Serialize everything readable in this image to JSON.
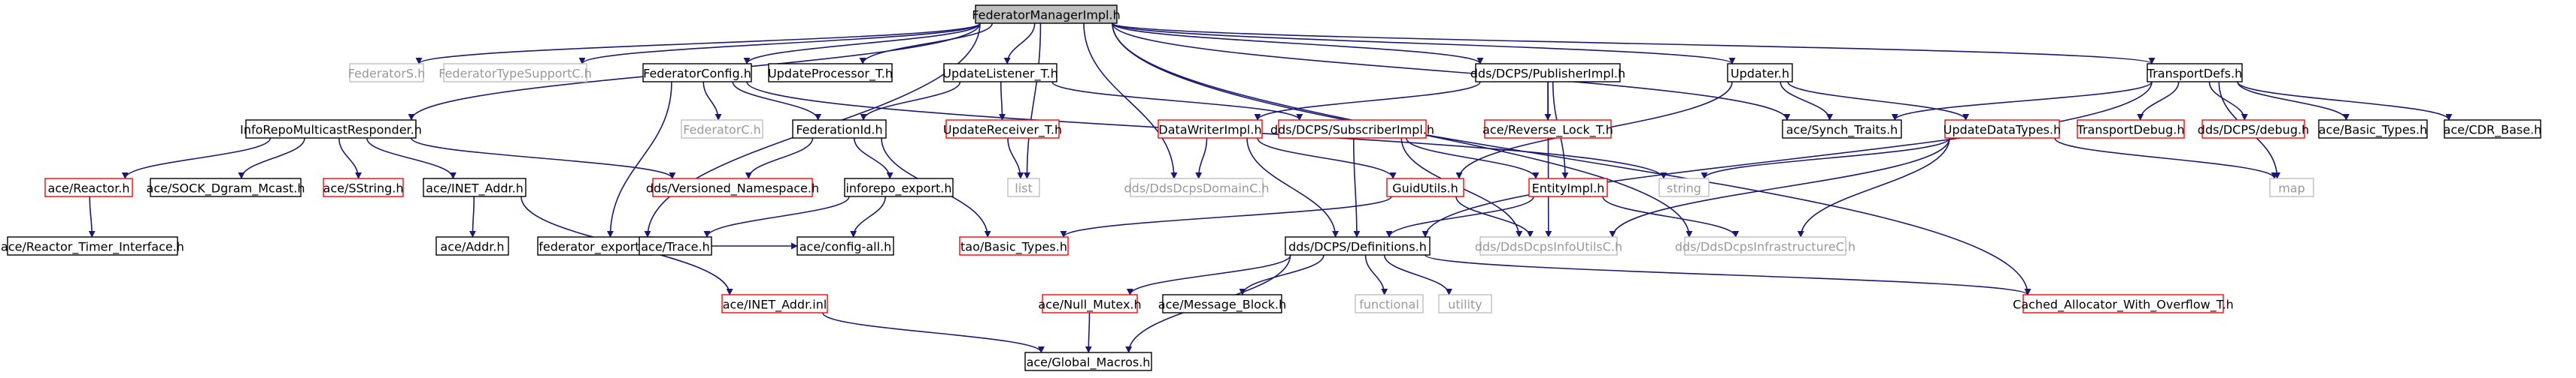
{
  "graph": {
    "title": "FederatorManagerImpl.h",
    "colors": {
      "edge": "#191970",
      "root_fill": "#bfbfbf",
      "border_normal": "#000000",
      "border_red": "#ff0000",
      "border_grey": "#bfbfbf",
      "text_normal": "#000000",
      "text_grey": "#999999"
    },
    "nodes": [
      {
        "id": "root",
        "label": "FederatorManagerImpl.h",
        "style": "root"
      },
      {
        "id": "fedS",
        "label": "FederatorS.h",
        "style": "grey"
      },
      {
        "id": "fedTS",
        "label": "FederatorTypeSupportC.h",
        "style": "grey"
      },
      {
        "id": "fedConfig",
        "label": "FederatorConfig.h",
        "style": "normal"
      },
      {
        "id": "updProc",
        "label": "UpdateProcessor_T.h",
        "style": "normal"
      },
      {
        "id": "updListener",
        "label": "UpdateListener_T.h",
        "style": "normal"
      },
      {
        "id": "pubImpl",
        "label": "dds/DCPS/PublisherImpl.h",
        "style": "normal"
      },
      {
        "id": "updater",
        "label": "Updater.h",
        "style": "normal"
      },
      {
        "id": "transportDefs",
        "label": "TransportDefs.h",
        "style": "normal"
      },
      {
        "id": "inforepoMR",
        "label": "InfoRepoMulticastResponder.h",
        "style": "normal"
      },
      {
        "id": "fedC",
        "label": "FederatorC.h",
        "style": "grey"
      },
      {
        "id": "fedId",
        "label": "FederationId.h",
        "style": "normal"
      },
      {
        "id": "updReceiver",
        "label": "UpdateReceiver_T.h",
        "style": "red"
      },
      {
        "id": "dataWriterImpl",
        "label": "DataWriterImpl.h",
        "style": "red"
      },
      {
        "id": "subImpl",
        "label": "dds/DCPS/SubscriberImpl.h",
        "style": "red"
      },
      {
        "id": "reverseLock",
        "label": "ace/Reverse_Lock_T.h",
        "style": "red"
      },
      {
        "id": "synchTraits",
        "label": "ace/Synch_Traits.h",
        "style": "normal"
      },
      {
        "id": "updDataTypes",
        "label": "UpdateDataTypes.h",
        "style": "red"
      },
      {
        "id": "transportDebug",
        "label": "TransportDebug.h",
        "style": "red"
      },
      {
        "id": "dcpsDebug",
        "label": "dds/DCPS/debug.h",
        "style": "red"
      },
      {
        "id": "basicTypes",
        "label": "ace/Basic_Types.h",
        "style": "normal"
      },
      {
        "id": "cdrBase",
        "label": "ace/CDR_Base.h",
        "style": "normal"
      },
      {
        "id": "reactor",
        "label": "ace/Reactor.h",
        "style": "red"
      },
      {
        "id": "sockDgram",
        "label": "ace/SOCK_Dgram_Mcast.h",
        "style": "normal"
      },
      {
        "id": "sstring",
        "label": "ace/SString.h",
        "style": "red"
      },
      {
        "id": "inetAddrH",
        "label": "ace/INET_Addr.h",
        "style": "normal"
      },
      {
        "id": "versionedNs",
        "label": "dds/Versioned_Namespace.h",
        "style": "red"
      },
      {
        "id": "inforepoExport",
        "label": "inforepo_export.h",
        "style": "normal"
      },
      {
        "id": "list",
        "label": "list",
        "style": "grey"
      },
      {
        "id": "domainC",
        "label": "dds/DdsDcpsDomainC.h",
        "style": "grey"
      },
      {
        "id": "guidUtils",
        "label": "GuidUtils.h",
        "style": "red"
      },
      {
        "id": "entityImpl",
        "label": "EntityImpl.h",
        "style": "red"
      },
      {
        "id": "string",
        "label": "string",
        "style": "grey"
      },
      {
        "id": "map",
        "label": "map",
        "style": "grey"
      },
      {
        "id": "reactorTimer",
        "label": "ace/Reactor_Timer_Interface.h",
        "style": "normal"
      },
      {
        "id": "addr",
        "label": "ace/Addr.h",
        "style": "normal"
      },
      {
        "id": "fedExport",
        "label": "federator_export.h",
        "style": "normal"
      },
      {
        "id": "trace",
        "label": "ace/Trace.h",
        "style": "normal"
      },
      {
        "id": "configAll",
        "label": "ace/config-all.h",
        "style": "normal"
      },
      {
        "id": "taoBasicTypes",
        "label": "tao/Basic_Types.h",
        "style": "red"
      },
      {
        "id": "definitions",
        "label": "dds/DCPS/Definitions.h",
        "style": "normal"
      },
      {
        "id": "infoUtilsC",
        "label": "dds/DdsDcpsInfoUtilsC.h",
        "style": "grey"
      },
      {
        "id": "infraC",
        "label": "dds/DdsDcpsInfrastructureC.h",
        "style": "grey"
      },
      {
        "id": "inetAddrInl",
        "label": "ace/INET_Addr.inl",
        "style": "red"
      },
      {
        "id": "nullMutex",
        "label": "ace/Null_Mutex.h",
        "style": "red"
      },
      {
        "id": "msgBlock",
        "label": "ace/Message_Block.h",
        "style": "normal"
      },
      {
        "id": "functional",
        "label": "functional",
        "style": "grey"
      },
      {
        "id": "utility",
        "label": "utility",
        "style": "grey"
      },
      {
        "id": "cachedAlloc",
        "label": "Cached_Allocator_With_Overflow_T.h",
        "style": "red"
      },
      {
        "id": "globalMacros",
        "label": "ace/Global_Macros.h",
        "style": "normal"
      }
    ],
    "edges": [
      [
        "root",
        "fedS"
      ],
      [
        "root",
        "fedTS"
      ],
      [
        "root",
        "fedConfig"
      ],
      [
        "root",
        "updProc"
      ],
      [
        "root",
        "updListener"
      ],
      [
        "root",
        "pubImpl"
      ],
      [
        "root",
        "updater"
      ],
      [
        "root",
        "transportDefs"
      ],
      [
        "root",
        "inforepoMR"
      ],
      [
        "root",
        "fedExport"
      ],
      [
        "root",
        "list"
      ],
      [
        "root",
        "domainC"
      ],
      [
        "root",
        "synchTraits"
      ],
      [
        "root",
        "infraC"
      ],
      [
        "root",
        "cachedAlloc"
      ],
      [
        "fedConfig",
        "fedC"
      ],
      [
        "fedConfig",
        "fedId"
      ],
      [
        "fedConfig",
        "fedExport"
      ],
      [
        "fedConfig",
        "string"
      ],
      [
        "updListener",
        "fedId"
      ],
      [
        "updListener",
        "updReceiver"
      ],
      [
        "updListener",
        "subImpl"
      ],
      [
        "updReceiver",
        "list"
      ],
      [
        "pubImpl",
        "dataWriterImpl"
      ],
      [
        "pubImpl",
        "reverseLock"
      ],
      [
        "pubImpl",
        "entityImpl"
      ],
      [
        "pubImpl",
        "infoUtilsC"
      ],
      [
        "updater",
        "synchTraits"
      ],
      [
        "updater",
        "updDataTypes"
      ],
      [
        "updater",
        "guidUtils"
      ],
      [
        "transportDefs",
        "synchTraits"
      ],
      [
        "transportDefs",
        "transportDebug"
      ],
      [
        "transportDefs",
        "dcpsDebug"
      ],
      [
        "transportDefs",
        "basicTypes"
      ],
      [
        "transportDefs",
        "cdrBase"
      ],
      [
        "transportDefs",
        "map"
      ],
      [
        "transportDefs",
        "definitions"
      ],
      [
        "inforepoMR",
        "reactor"
      ],
      [
        "inforepoMR",
        "sockDgram"
      ],
      [
        "inforepoMR",
        "sstring"
      ],
      [
        "inforepoMR",
        "inetAddrH"
      ],
      [
        "inforepoMR",
        "versionedNs"
      ],
      [
        "reactor",
        "reactorTimer"
      ],
      [
        "inetAddrH",
        "addr"
      ],
      [
        "inetAddrH",
        "inetAddrInl"
      ],
      [
        "inetAddrInl",
        "globalMacros"
      ],
      [
        "fedId",
        "versionedNs"
      ],
      [
        "fedId",
        "inforepoExport"
      ],
      [
        "fedId",
        "taoBasicTypes"
      ],
      [
        "fedExport",
        "trace"
      ],
      [
        "fedExport",
        "configAll"
      ],
      [
        "inforepoExport",
        "trace"
      ],
      [
        "inforepoExport",
        "configAll"
      ],
      [
        "dataWriterImpl",
        "domainC"
      ],
      [
        "dataWriterImpl",
        "guidUtils"
      ],
      [
        "dataWriterImpl",
        "definitions"
      ],
      [
        "subImpl",
        "entityImpl"
      ],
      [
        "subImpl",
        "definitions"
      ],
      [
        "subImpl",
        "infoUtilsC"
      ],
      [
        "guidUtils",
        "taoBasicTypes"
      ],
      [
        "guidUtils",
        "infoUtilsC"
      ],
      [
        "entityImpl",
        "definitions"
      ],
      [
        "entityImpl",
        "infraC"
      ],
      [
        "updDataTypes",
        "string"
      ],
      [
        "updDataTypes",
        "map"
      ],
      [
        "updDataTypes",
        "infoUtilsC"
      ],
      [
        "updDataTypes",
        "infraC"
      ],
      [
        "definitions",
        "nullMutex"
      ],
      [
        "definitions",
        "msgBlock"
      ],
      [
        "definitions",
        "functional"
      ],
      [
        "definitions",
        "utility"
      ],
      [
        "definitions",
        "cachedAlloc"
      ],
      [
        "definitions",
        "globalMacros"
      ],
      [
        "nullMutex",
        "globalMacros"
      ]
    ]
  }
}
